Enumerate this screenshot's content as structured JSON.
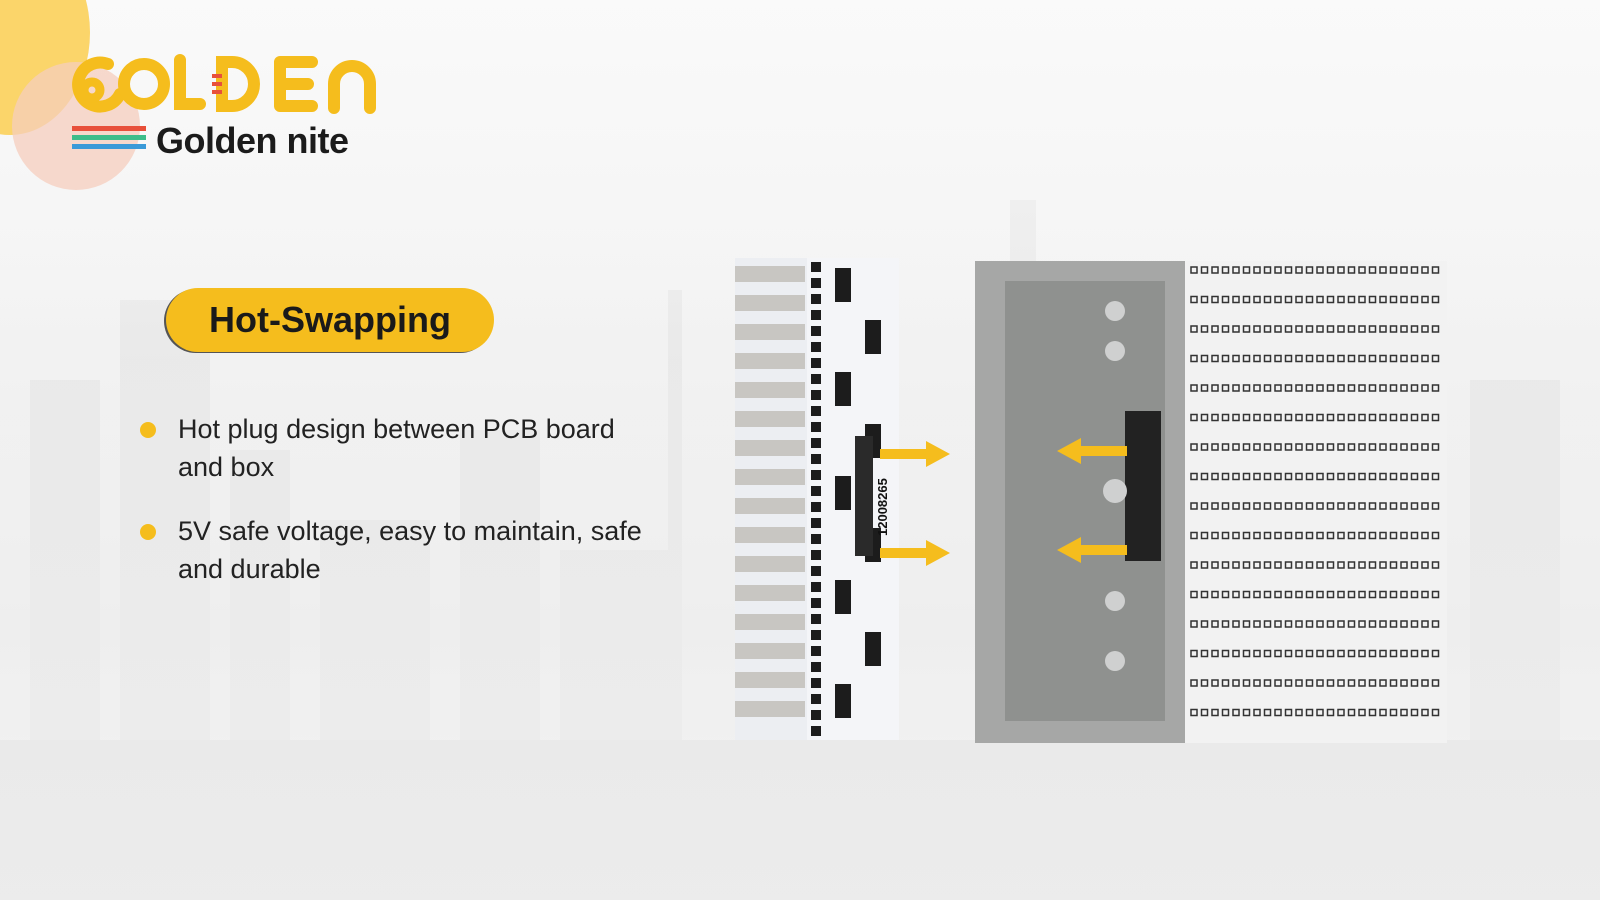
{
  "brand": {
    "logo_word": "GOLDEN",
    "logo_sub": "Golden nite",
    "colors": {
      "gold": "#f5bd1d",
      "stripe_red": "#e8503a",
      "stripe_green": "#3dbd8a",
      "stripe_blue": "#3a9ad8"
    }
  },
  "section": {
    "title": "Hot-Swapping"
  },
  "features": [
    {
      "text": "Hot plug design between PCB board and box"
    },
    {
      "text": "5V safe voltage, easy to maintain, safe and durable"
    }
  ],
  "figure": {
    "pcb_label": "12008265",
    "icons": [
      "arrow-right-icon",
      "arrow-left-icon"
    ]
  }
}
